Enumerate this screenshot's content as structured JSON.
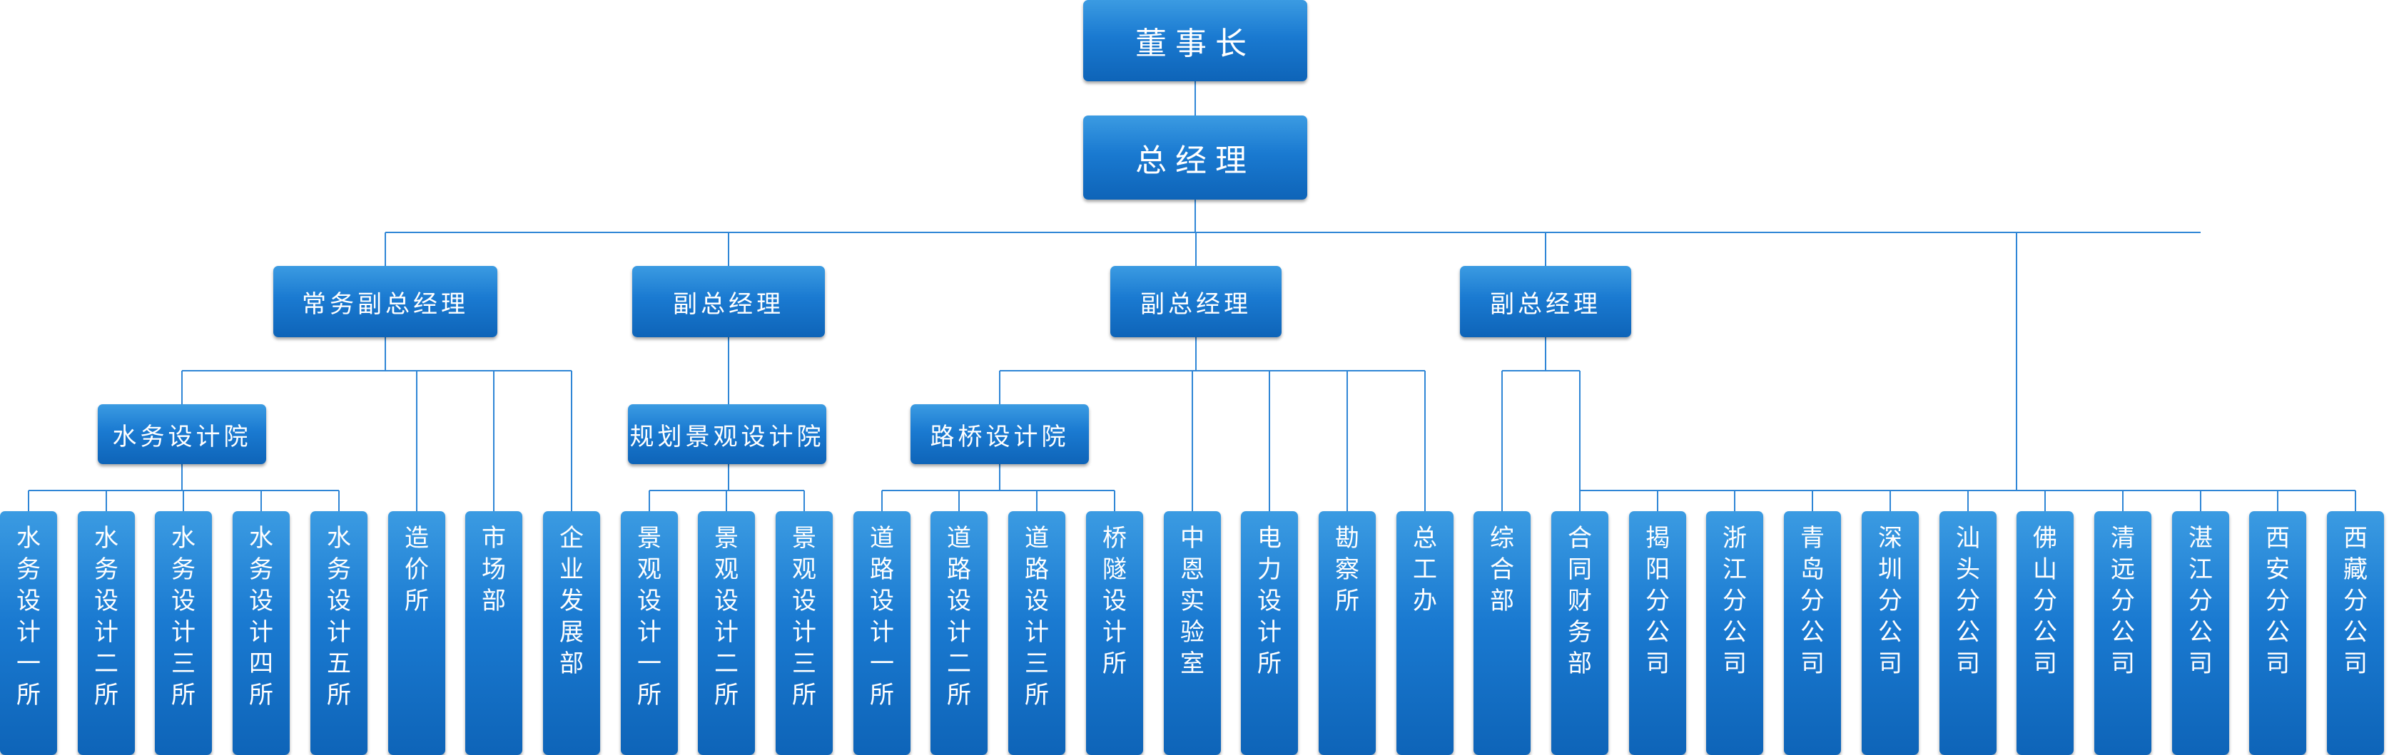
{
  "org": {
    "chairman": "董事长",
    "general_manager": "总经理",
    "vice_managers": [
      "常务副总经理",
      "副总经理",
      "副总经理",
      "副总经理"
    ],
    "institutes": [
      "水务设计院",
      "规划景观设计院",
      "路桥设计院"
    ],
    "units": [
      "水务设计一所",
      "水务设计二所",
      "水务设计三所",
      "水务设计四所",
      "水务设计五所",
      "造价所",
      "市场部",
      "企业发展部",
      "景观设计一所",
      "景观设计二所",
      "景观设计三所",
      "道路设计一所",
      "道路设计二所",
      "道路设计三所",
      "桥隧设计所",
      "中恩实验室",
      "电力设计所",
      "勘察所",
      "总工办",
      "综合部",
      "合同财务部",
      "揭阳分公司",
      "浙江分公司",
      "青岛分公司",
      "深圳分公司",
      "汕头分公司",
      "佛山分公司",
      "清远分公司",
      "湛江分公司",
      "西安分公司",
      "西藏分公司"
    ]
  }
}
